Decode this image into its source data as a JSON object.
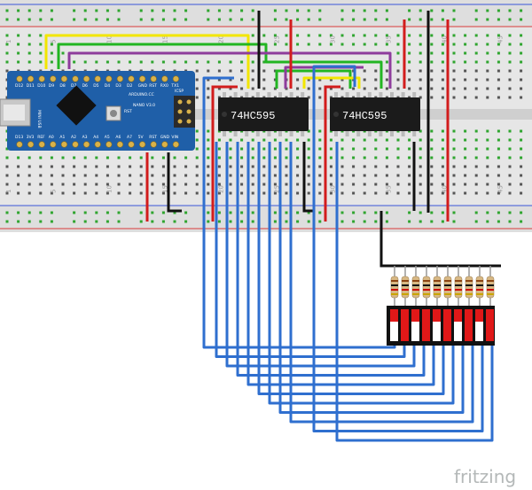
{
  "chips": [
    {
      "label": "74HC595"
    },
    {
      "label": "74HC595"
    }
  ],
  "arduino": {
    "board_name": "ARDUINO.CC",
    "model": "NANO V3.0",
    "reset_label": "RST",
    "icsp_label": "ICSP",
    "usb_label": "MINI USB",
    "top_pins": [
      "D12",
      "D11",
      "D10",
      "D9",
      "D8",
      "D7",
      "D6",
      "D5",
      "D4",
      "D3",
      "D2",
      "GND",
      "RST",
      "RX0",
      "TX1"
    ],
    "bottom_pins": [
      "D13",
      "3V3",
      "REF",
      "A0",
      "A1",
      "A2",
      "A3",
      "A4",
      "A5",
      "A6",
      "A7",
      "5V",
      "RST",
      "GND",
      "VIN"
    ]
  },
  "breadboard": {
    "column_numbers": [
      "1",
      "5",
      "10",
      "15",
      "20",
      "25",
      "30",
      "35",
      "40",
      "45"
    ]
  },
  "colors": {
    "wire_blue": "#2f6fcf",
    "wire_red": "#d21c1c",
    "wire_black": "#111111",
    "wire_yellow": "#f2e600",
    "wire_green": "#22b522",
    "wire_purple": "#8e3c9c",
    "arduino_board": "#1f5fa8",
    "chip_body": "#1b1b1b",
    "led_red": "#e01818"
  },
  "footer": {
    "brand": "fritzing"
  }
}
